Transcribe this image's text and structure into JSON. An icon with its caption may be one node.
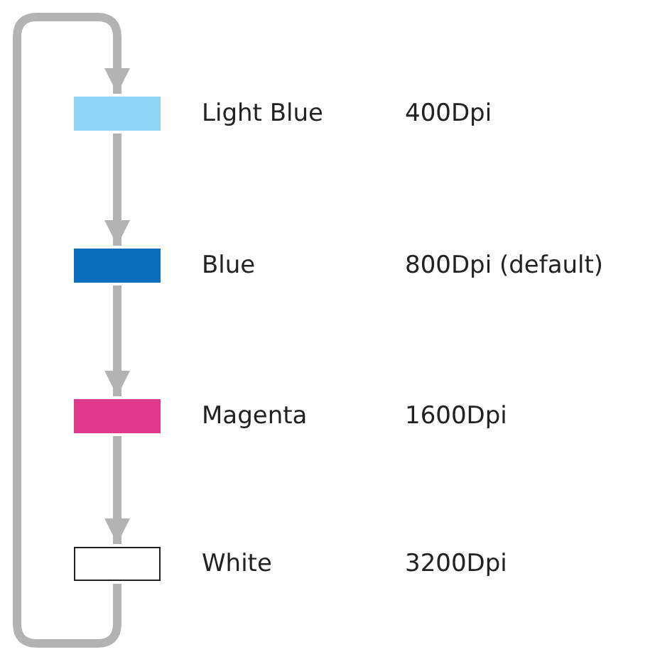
{
  "diagram": {
    "nodes": [
      {
        "text": [],
        "shape": "bar",
        "beside": [
          "Light Blue"
        ]
      },
      {
        "text": [],
        "shape": "bar",
        "beside": [
          "Blue"
        ]
      },
      {
        "text": [],
        "shape": "bar",
        "beside": [
          "Magenta"
        ]
      },
      {
        "text": [],
        "shape": "bar",
        "beside": [
          "White"
        ]
      }
    ],
    "labels": [
      "400Dpi",
      "800Dpi (default)",
      "1600Dpi",
      "3200Dpi"
    ],
    "edges": [
      {
        "from": 0,
        "to": 1,
        "arrow": "to"
      },
      {
        "from": 1,
        "to": 2,
        "arrow": "to"
      },
      {
        "from": 2,
        "to": 3,
        "arrow": "to"
      },
      {
        "from": 3,
        "to": 0,
        "arrow": "to"
      }
    ]
  }
}
